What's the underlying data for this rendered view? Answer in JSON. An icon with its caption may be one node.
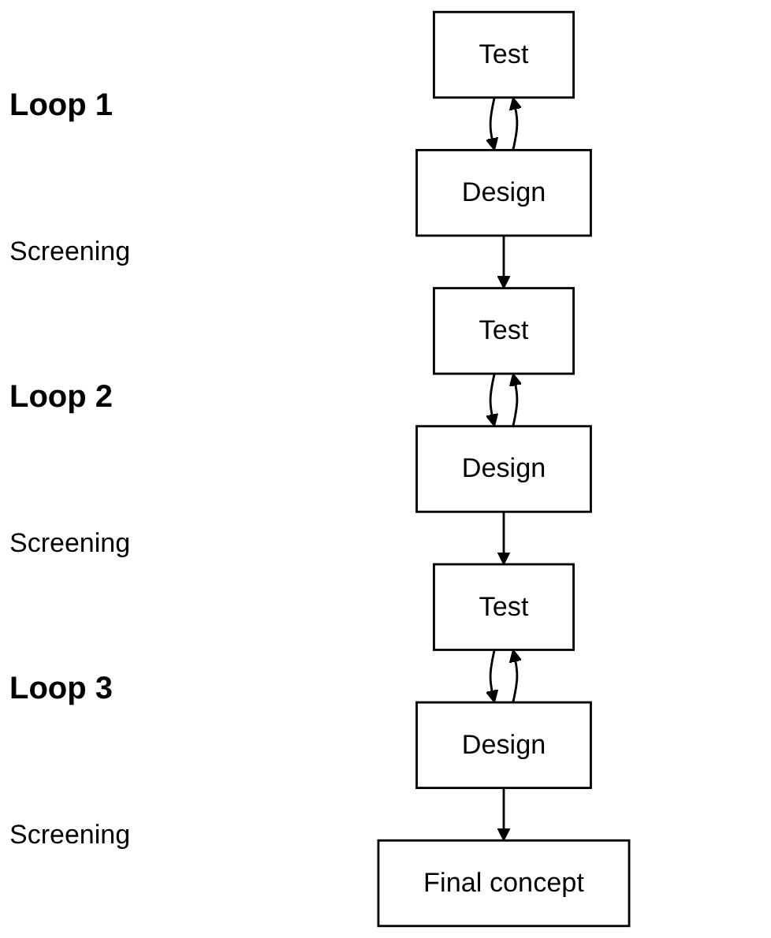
{
  "diagram": {
    "nodes": [
      {
        "text": [
          "Test"
        ]
      },
      {
        "text": [
          "Design"
        ]
      },
      {
        "text": [
          "Test"
        ]
      },
      {
        "text": [
          "Design"
        ]
      },
      {
        "text": [
          "Test"
        ]
      },
      {
        "text": [
          "Design"
        ]
      },
      {
        "text": [
          "Final concept"
        ]
      }
    ],
    "edges": [
      {
        "from": 0,
        "to": 1,
        "arrow": "to"
      },
      {
        "from": 1,
        "to": 0,
        "arrow": "to"
      },
      {
        "from": 1,
        "to": 2,
        "arrow": "to"
      },
      {
        "from": 2,
        "to": 3,
        "arrow": "to"
      },
      {
        "from": 3,
        "to": 2,
        "arrow": "to"
      },
      {
        "from": 3,
        "to": 4,
        "arrow": "to"
      },
      {
        "from": 4,
        "to": 5,
        "arrow": "to"
      },
      {
        "from": 5,
        "to": 4,
        "arrow": "to"
      },
      {
        "from": 5,
        "to": 6,
        "arrow": "to"
      }
    ],
    "labels": [
      "Loop 1",
      "Screening",
      "Loop 2",
      "Screening",
      "Loop 3",
      "Screening"
    ]
  }
}
